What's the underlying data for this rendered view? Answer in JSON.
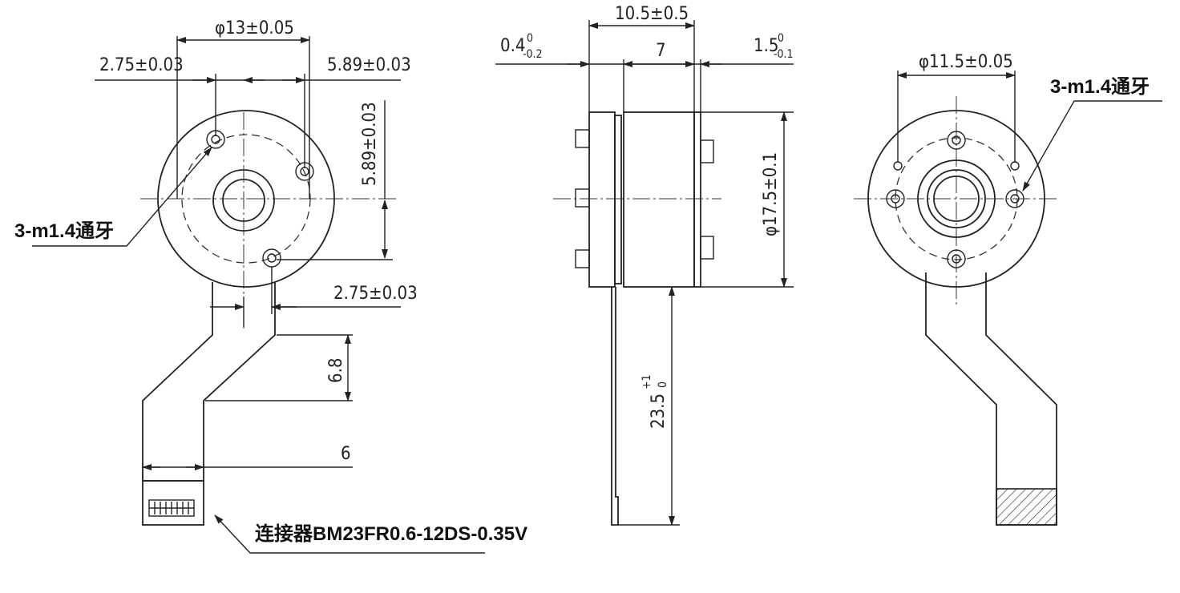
{
  "front_view": {
    "dia_outer": "φ13±0.05",
    "offset_left": "2.75±0.03",
    "offset_right": "5.89±0.03",
    "offset_vertical": "5.89±0.03",
    "offset_bottom": "2.75±0.03",
    "fpc_length": "6.8",
    "fpc_width": "6",
    "thread_note": "3-m1.4通牙",
    "connector_note": "连接器BM23FR0.6-12DS-0.35V"
  },
  "side_view": {
    "total_length": "10.5±0.5",
    "flange_thickness": "0.4",
    "flange_tol_upper": "0",
    "flange_tol_lower": "-0.2",
    "body_length": "7",
    "rear_length": "1.5",
    "rear_tol_upper": "0",
    "rear_tol_lower": "-0.1",
    "body_diameter": "φ17.5±0.1",
    "fpc_length": "23.5",
    "fpc_tol_upper": "+1",
    "fpc_tol_lower": "0"
  },
  "rear_view": {
    "dia_holes": "φ11.5±0.05",
    "thread_note": "3-m1.4通牙"
  }
}
